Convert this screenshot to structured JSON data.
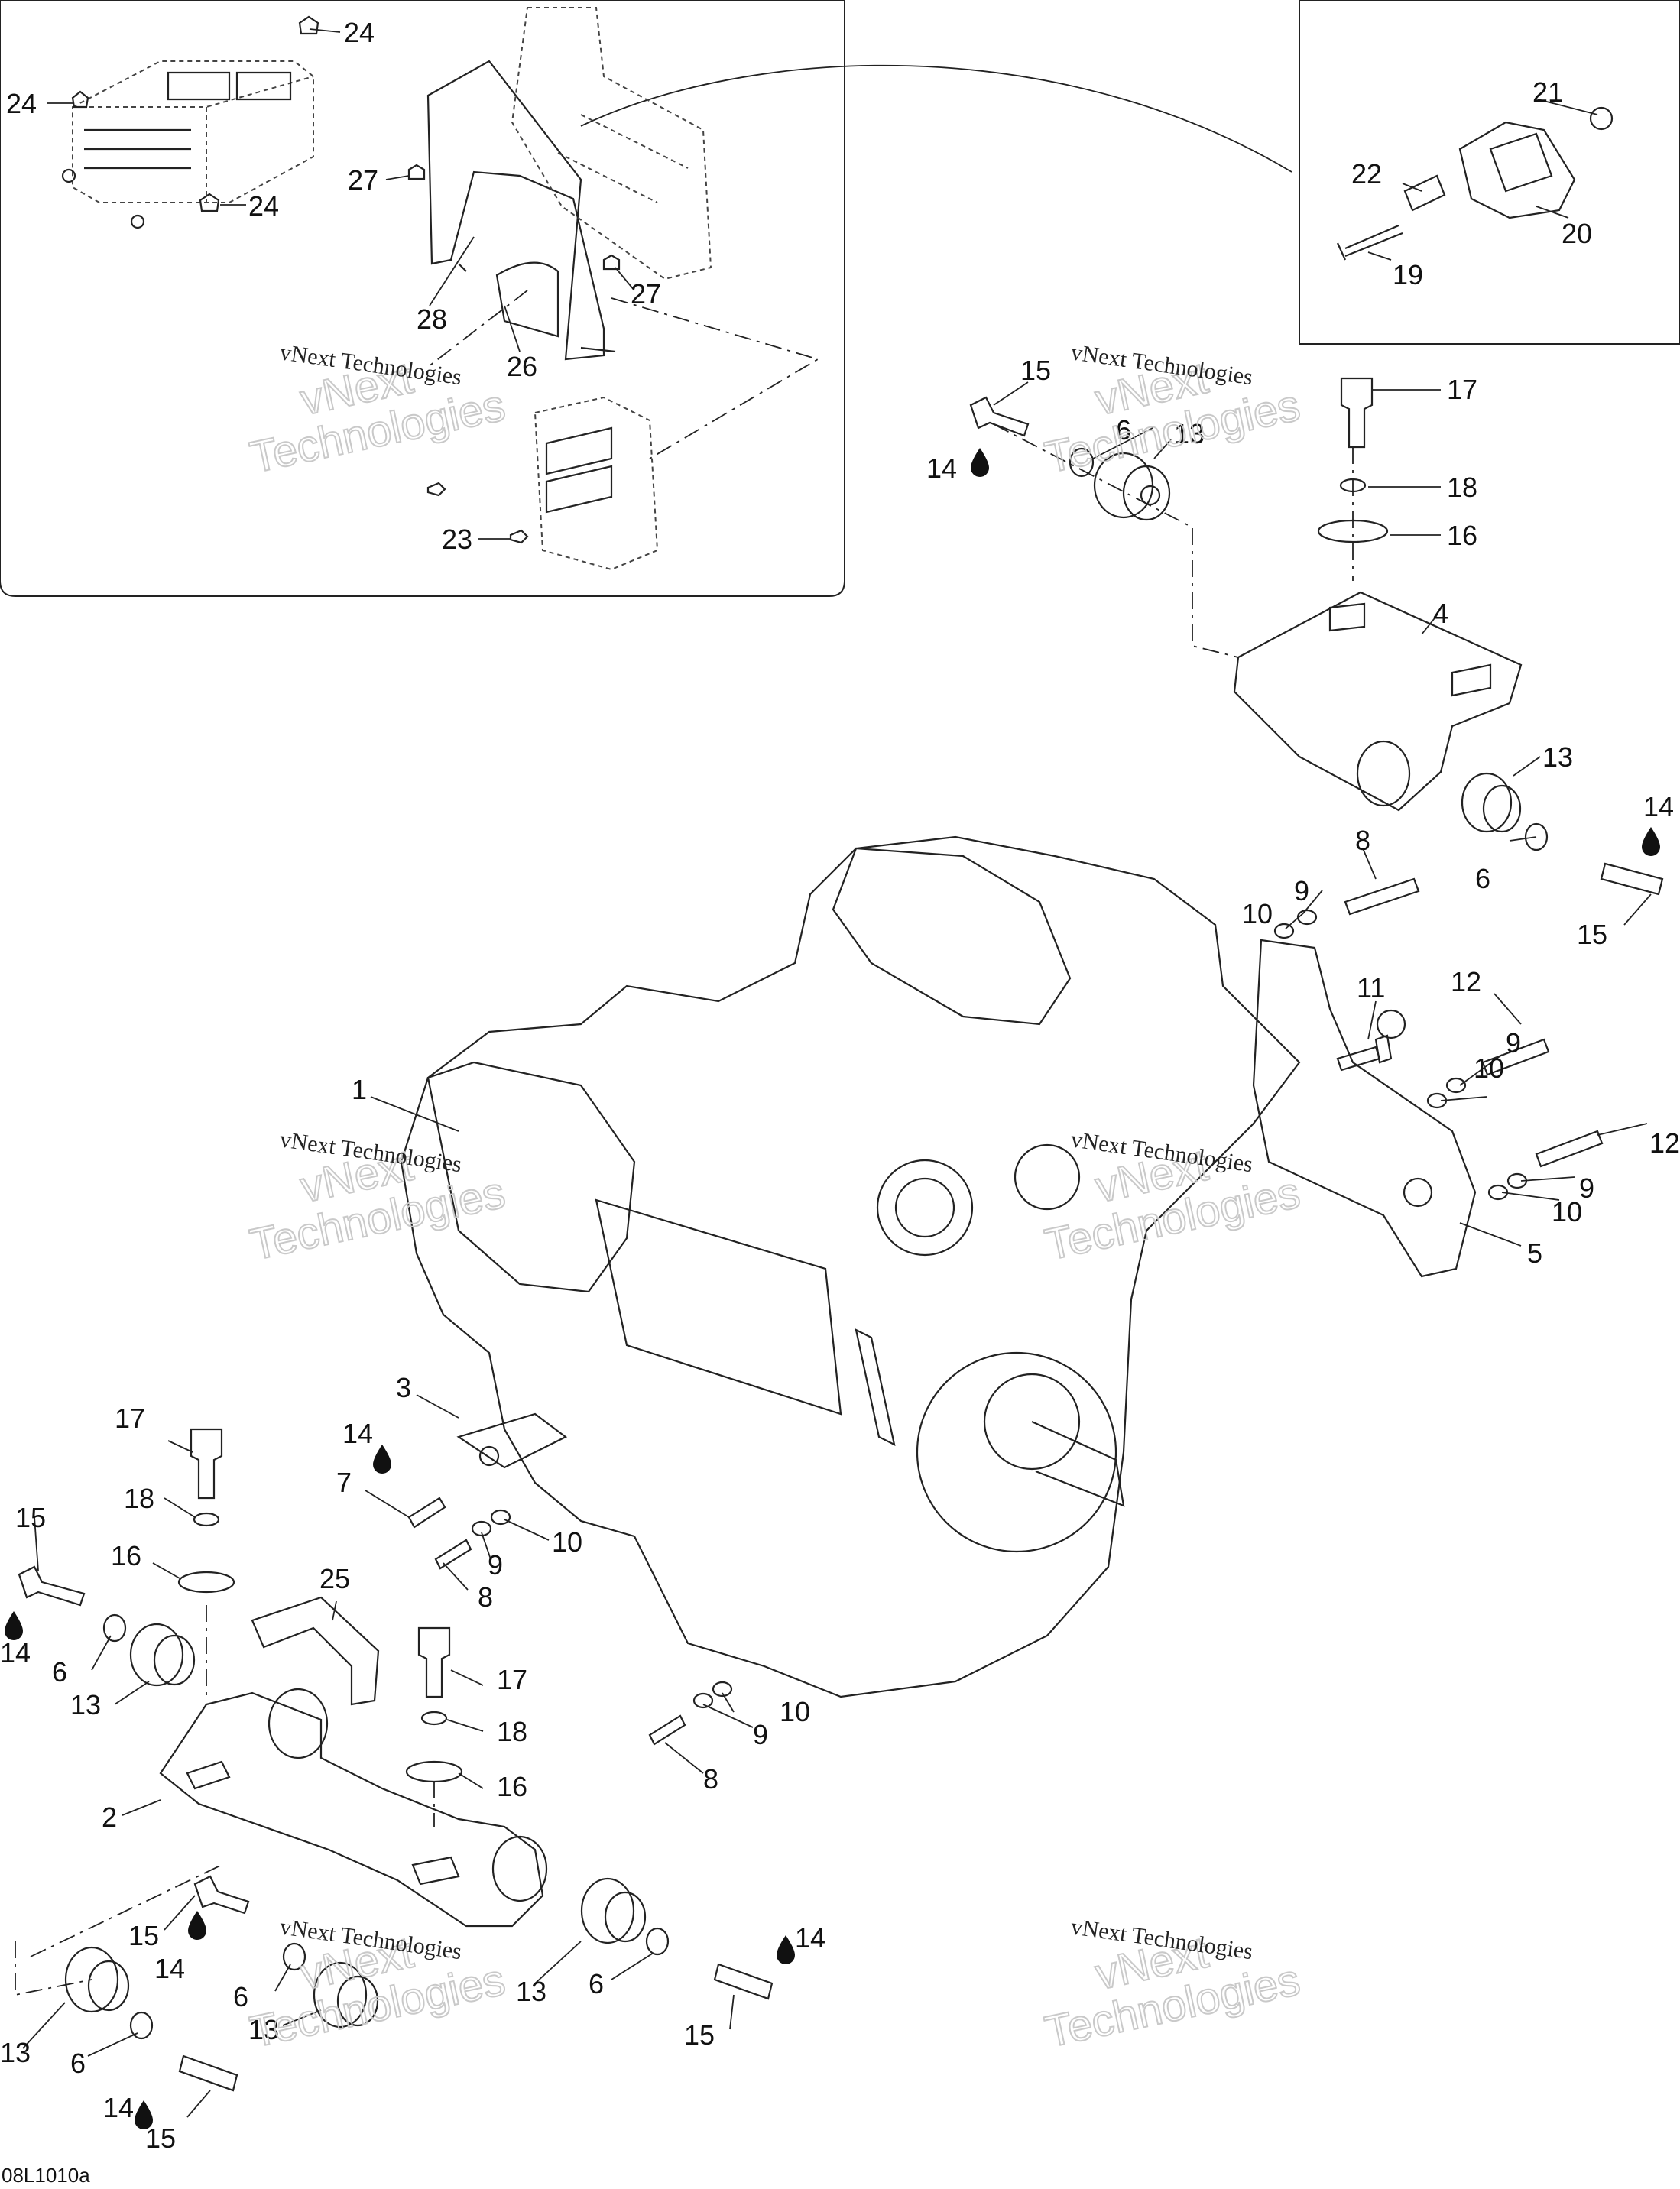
{
  "watermark": {
    "company": "vNext Technologies",
    "big": "Technologies",
    "big_prefix": "vNext"
  },
  "reference_code": "08L1010a",
  "callouts": {
    "c1": "1",
    "c2": "2",
    "c3": "3",
    "c4": "4",
    "c5": "5",
    "c6": "6",
    "c7": "7",
    "c8": "8",
    "c9": "9",
    "c10": "10",
    "c11": "11",
    "c12": "12",
    "c13": "13",
    "c14": "14",
    "c15": "15",
    "c16": "16",
    "c17": "17",
    "c18": "18",
    "c19": "19",
    "c20": "20",
    "c21": "21",
    "c22": "22",
    "c23": "23",
    "c24": "24",
    "c25": "25",
    "c26": "26",
    "c27": "27",
    "c28": "28"
  }
}
